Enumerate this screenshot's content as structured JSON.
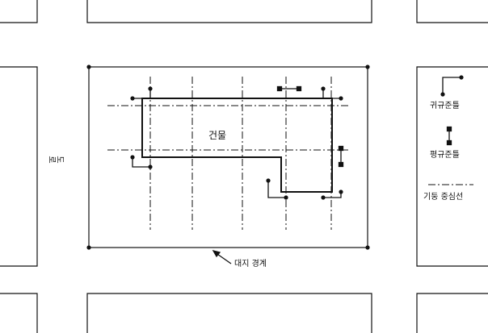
{
  "labels": {
    "building": "건물",
    "road": "도로",
    "site_boundary": "대지 경계"
  },
  "legend": {
    "corner_batter_board": "귀규준틀",
    "flat_batter_board": "평규준틀",
    "column_centerline": "기둥 중심선"
  },
  "colors": {
    "ink": "#111111",
    "background": "#ffffff"
  }
}
